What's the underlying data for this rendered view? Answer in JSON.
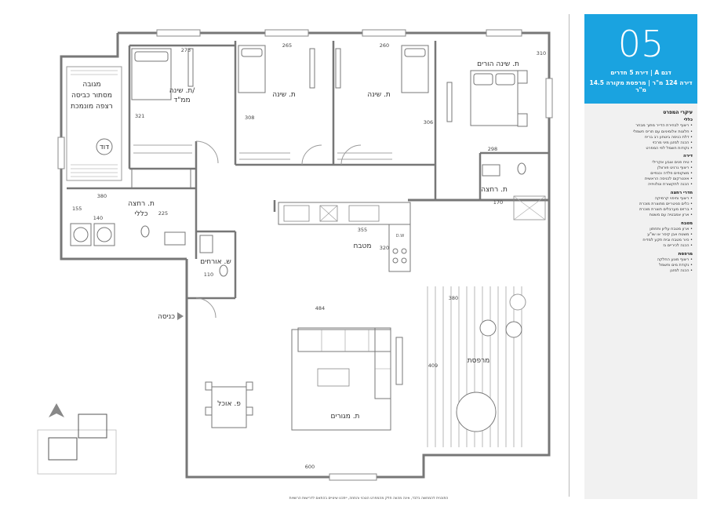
{
  "badge": {
    "number": "05",
    "line1": "דגם A | דירת 5 חדרים",
    "line2": "דירה 124 מ\"ר | מרפסת מקורה 14.5 מ\"ר"
  },
  "rooms": {
    "master_bedroom": "ת. שינה הורים",
    "bedroom_mamad_1": "ת. שינה/",
    "bedroom_mamad_2": "ממ\"ד",
    "bedroom_2": "ת. שינה",
    "bedroom_3": "ת. שינה",
    "shower": "ת. רחצה",
    "kitchen": "מטבח",
    "bath_1": "ת. רחצה",
    "bath_2": "כללי",
    "guest_wc_1": "ש. אורחים",
    "entrance": "כניסה",
    "dining": "פ. אוכל",
    "living": "ת. מגורים",
    "balcony": "מרפסת",
    "service_1": "מגובה",
    "service_2": "מסתור כביסה",
    "service_3": "רצפה מונמכת",
    "boiler": "דוד"
  },
  "dims": {
    "d273": "273",
    "d265": "265",
    "d260": "260",
    "d310": "310",
    "d321": "321",
    "d308": "308",
    "d306": "306",
    "d298": "298",
    "d170": "170",
    "d380": "380",
    "d155": "155",
    "d140": "140",
    "d225": "225",
    "d110": "110",
    "d355": "355",
    "d320": "320",
    "dDW": "D.W",
    "d484": "484",
    "d409": "409",
    "d600": "600"
  },
  "specs": {
    "title": "עיקרי המפרט",
    "sections": [
      {
        "heading": "כללי",
        "items": [
          "ריצוף לבחירת הדייר מתוך מבחר",
          "חלונות אלומיניום עם תריס חשמלי",
          "דלת כניסה ביטחון רב בריח",
          "הכנה למזגן מיני מרכזי",
          "נקודות חשמל לפי המפרט"
        ]
      },
      {
        "heading": "דירה",
        "items": [
          "טיח פנים וצבע אקרילי",
          "ריצוף גרניט פורצלן",
          "משקופים פלדה וכנפיים",
          "אינטרקום לכניסה הראשית",
          "הכנה לתקשורת וטלוויזיה"
        ]
      },
      {
        "heading": "חדרי רחצה",
        "items": [
          "ריצוף וחיפוי קרמיקה",
          "כלים סניטריים מתוצרת מוכרת",
          "ברזים מערבלים תוצרת מוכרת",
          "ארון אמבטיה עם משטח"
        ]
      },
      {
        "heading": "מטבח",
        "items": [
          "ארון מטבח עליון ותחתון",
          "משטח אבן קיסר או שו\"ע",
          "כיור מטבח ובית תקע למדיח",
          "הכנה לכיריים גז"
        ]
      },
      {
        "heading": "מרפסת",
        "items": [
          "ריצוף מונע החלקה",
          "נקודת מים וחשמל",
          "הכנה למזגן"
        ]
      }
    ]
  },
  "disclaimer": "התוכנית להמחשה בלבד, אינה מהווה חלק מהמפרט הטכני והחוזה, ייתכנו שינויים בהתאם לדרישות הרשויות"
}
